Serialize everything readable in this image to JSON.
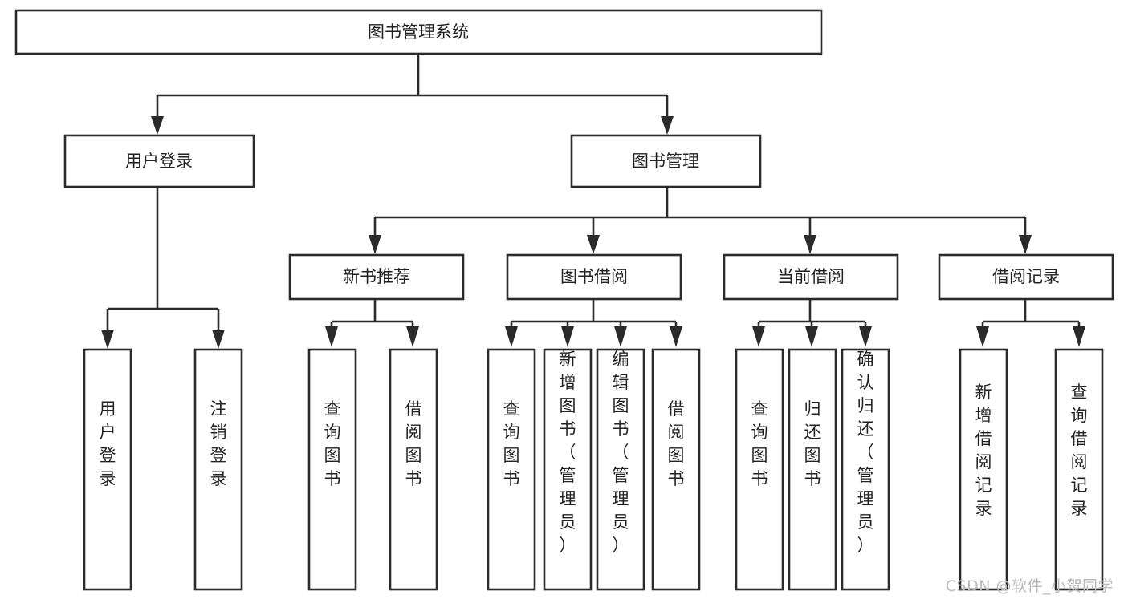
{
  "diagram": {
    "type": "tree",
    "title": "图书管理系统",
    "watermark": "CSDN @软件_小贺同学",
    "colors": {
      "stroke": "#2b2b2b",
      "fill": "#ffffff",
      "text": "#222222",
      "watermark": "#b9b9b9"
    },
    "root": {
      "label": "图书管理系统"
    },
    "level2": [
      {
        "label": "用户登录"
      },
      {
        "label": "图书管理"
      }
    ],
    "level3": [
      {
        "label": "新书推荐"
      },
      {
        "label": "图书借阅"
      },
      {
        "label": "当前借阅"
      },
      {
        "label": "借阅记录"
      }
    ],
    "leaves": {
      "user_login": [
        {
          "label": "用户登录"
        },
        {
          "label": "注销登录"
        }
      ],
      "new_book_recommend": [
        {
          "label": "查询图书"
        },
        {
          "label": "借阅图书"
        }
      ],
      "book_borrow": [
        {
          "label": "查询图书"
        },
        {
          "label": "新增图书（管理员）"
        },
        {
          "label": "编辑图书（管理员）"
        },
        {
          "label": "借阅图书"
        }
      ],
      "current_borrow": [
        {
          "label": "查询图书"
        },
        {
          "label": "归还图书"
        },
        {
          "label": "确认归还（管理员）"
        }
      ],
      "borrow_record": [
        {
          "label": "新增借阅记录"
        },
        {
          "label": "查询借阅记录"
        }
      ]
    }
  }
}
